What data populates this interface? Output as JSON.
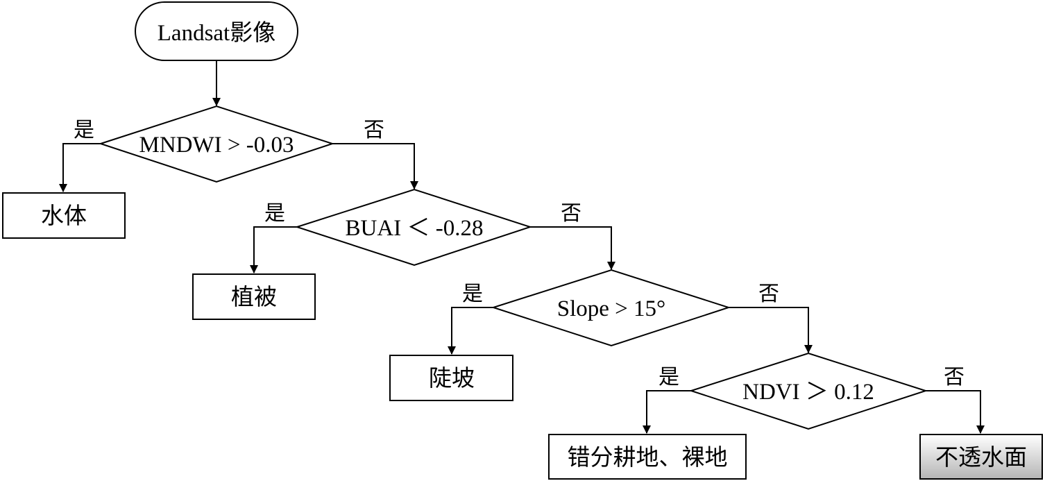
{
  "diagram": {
    "start": {
      "label": "Landsat影像"
    },
    "decisions": [
      {
        "label": "MNDWI > -0.03",
        "yes_label": "是",
        "no_label": "否"
      },
      {
        "label": "BUAI ＜ -0.28",
        "yes_label": "是",
        "no_label": "否"
      },
      {
        "label": "Slope > 15°",
        "yes_label": "是",
        "no_label": "否"
      },
      {
        "label": "NDVI ＞ 0.12",
        "yes_label": "是",
        "no_label": "否"
      }
    ],
    "outcomes": [
      {
        "label": "水体"
      },
      {
        "label": "植被"
      },
      {
        "label": "陡坡"
      },
      {
        "label": "错分耕地、裸地"
      },
      {
        "label": "不透水面",
        "highlight": true
      }
    ]
  },
  "colors": {
    "line": "#000000",
    "highlight_top": "#ffffff",
    "highlight_bottom": "#b5b5b5"
  }
}
